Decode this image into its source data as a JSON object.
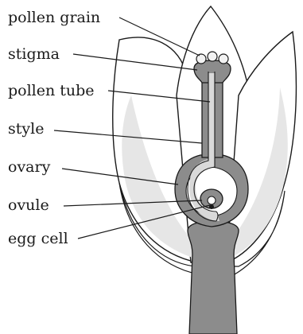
{
  "diagram": {
    "labels": {
      "pollen_grain": "pollen grain",
      "stigma": "stigma",
      "pollen_tube": "pollen tube",
      "style": "style",
      "ovary": "ovary",
      "ovule": "ovule",
      "egg_cell": "egg cell"
    }
  }
}
